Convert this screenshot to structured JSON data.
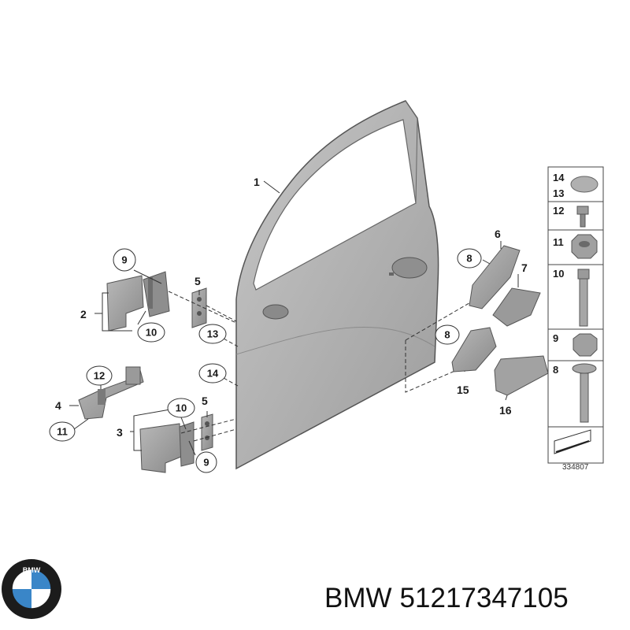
{
  "diagram": {
    "callouts": {
      "c1": "1",
      "c2": "2",
      "c3": "3",
      "c4": "4",
      "c5a": "5",
      "c5b": "5",
      "c6": "6",
      "c7": "7",
      "c8a": "8",
      "c8b": "8",
      "c9a": "9",
      "c9b": "9",
      "c10a": "10",
      "c10b": "10",
      "c11": "11",
      "c12": "12",
      "c13": "13",
      "c14": "14",
      "c15": "15",
      "c16": "16"
    },
    "legend": {
      "r14": "14",
      "r13": "13",
      "r12": "12",
      "r11": "11",
      "r10": "10",
      "r9": "9",
      "r8": "8"
    },
    "drawing_number": "334807"
  },
  "brand": {
    "logo_letters": "BMW",
    "name": "BMW",
    "part_number": "51217347105"
  },
  "colors": {
    "part_fill": "#a9a9a9",
    "part_dark": "#7e7e7e",
    "logo_blue": "#3a86c8",
    "logo_ring": "#1c1c1c"
  }
}
